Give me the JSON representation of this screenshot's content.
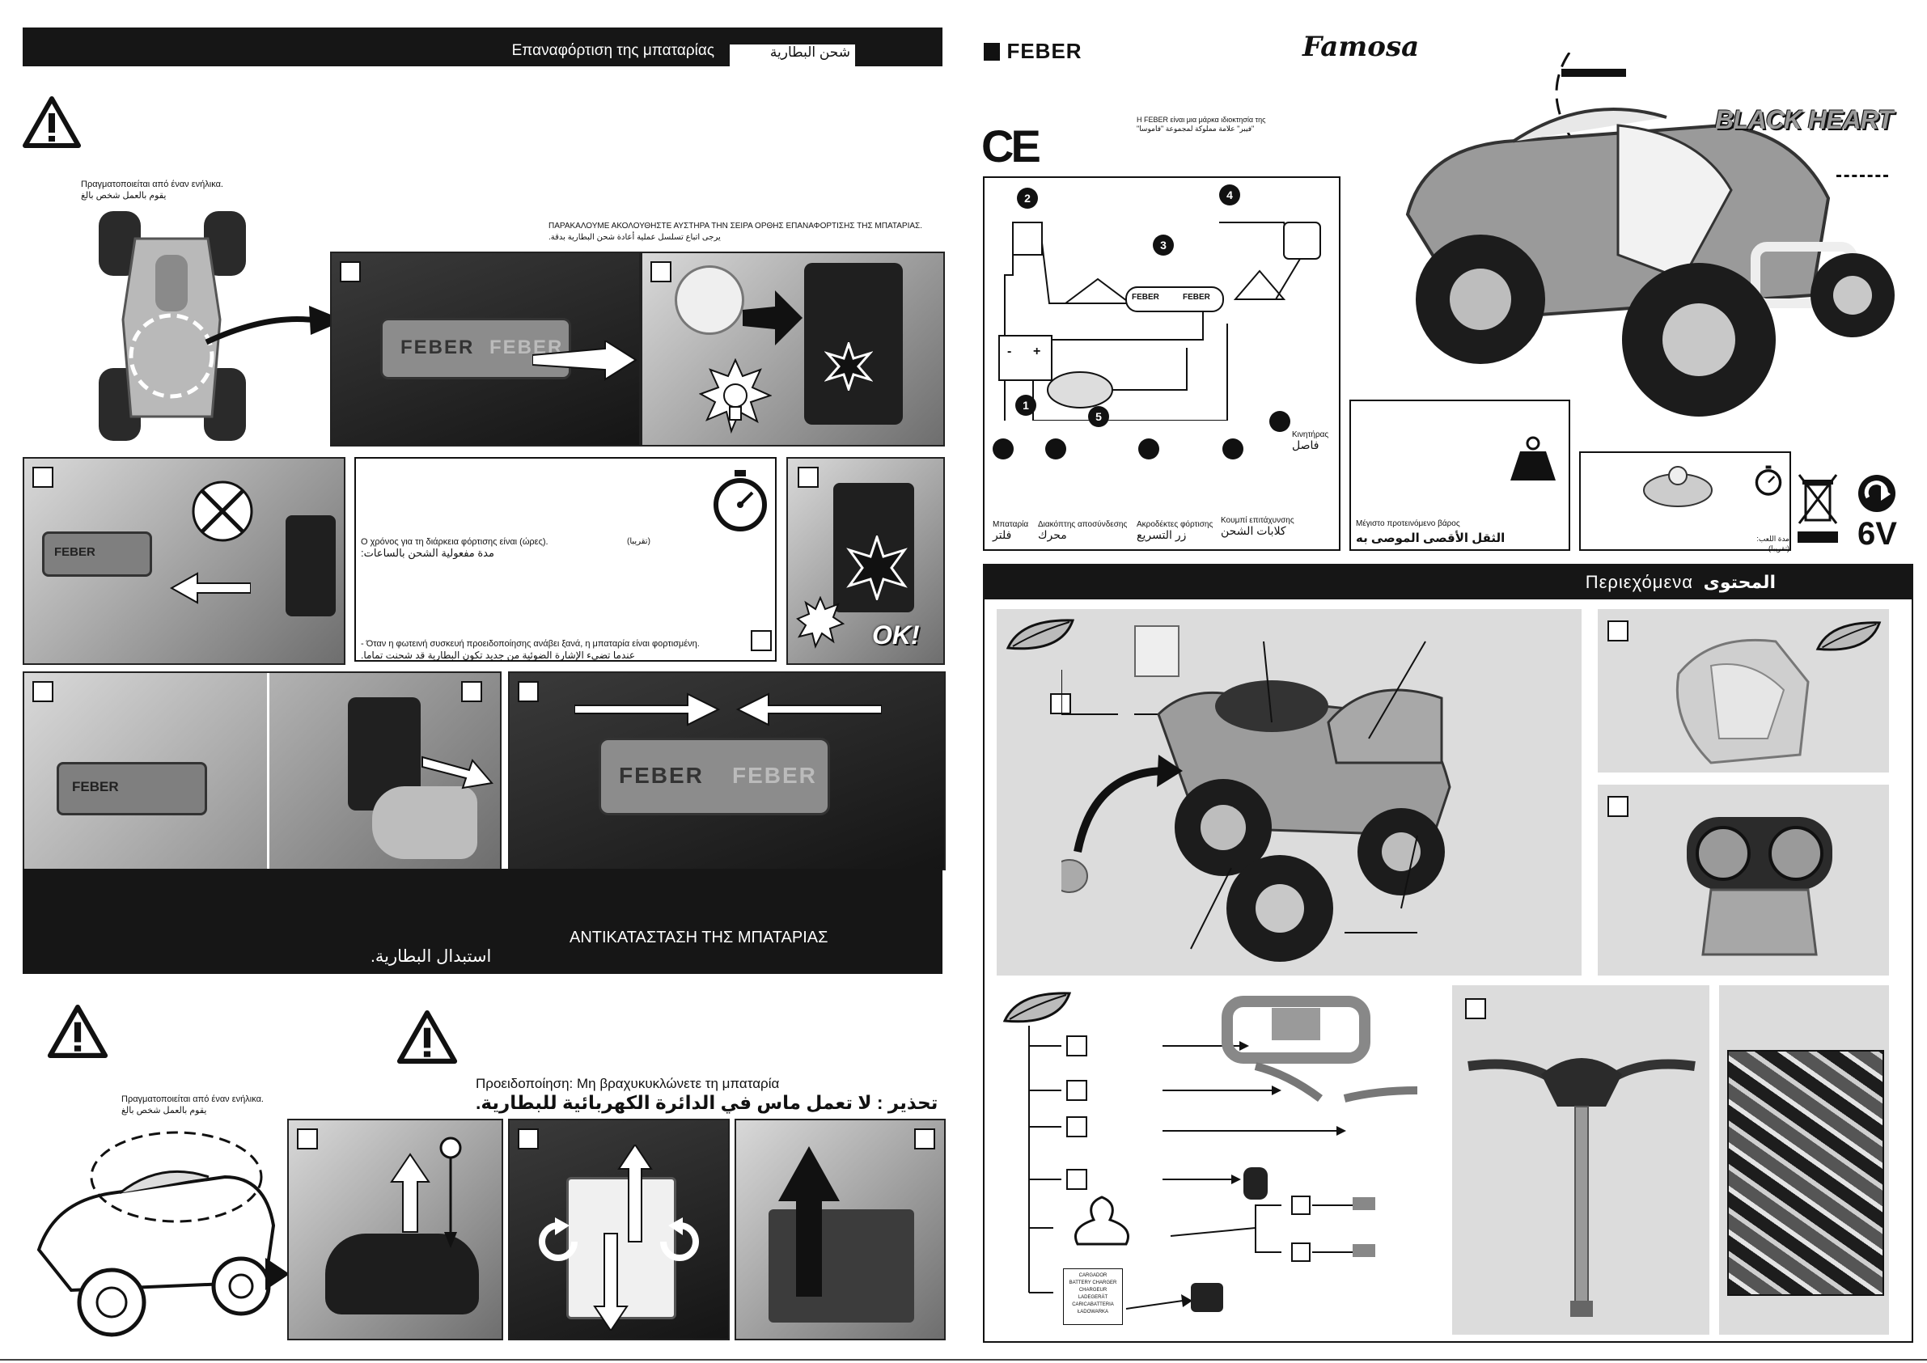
{
  "left": {
    "charge_header": {
      "title_greek": "Επαναφόρτιση της μπαταρίας",
      "title_arabic": "شحن البطارية"
    },
    "adult_note": {
      "greek": "Πραγματοποιείται από έναν ενήλικα.",
      "arabic": "يقوم بالعمل شخص بالغ"
    },
    "order_note": {
      "greek": "ΠΑΡΑΚΑΛΟΥΜΕ ΑΚΟΛΟΥΘΗΣΤΕ ΑΥΣΤΗΡΑ ΤΗΝ ΣΕΙΡΑ ΟΡΘΗΣ ΕΠΑΝΑΦΟΡΤΙΣΗΣ ΤΗΣ ΜΠΑΤΑΡΙΑΣ.",
      "arabic": "يرجى اتباع تسلسل عملية أعادة شحن البطارية بدقة."
    },
    "brand_plate": {
      "left": "FEBER",
      "right": "FEBER"
    },
    "charge_time": {
      "greek": "Ο χρόνος για τη διάρκεια φόρτισης είναι (ώρες).",
      "arabic": "مدة مفعولية الشحن بالساعات:",
      "approx": "(تقريبا)"
    },
    "light_note": {
      "greek": "- Όταν η φωτεινή συσκευή προειδοποίησης ανάβει ξανά, η μπαταρία είναι φορτισμένη.",
      "arabic": "عندما تضيء الإشارة الضوئية من جديد تكون البطارية قد شحنت تماما."
    },
    "ok_label": "OK!",
    "replace_header": {
      "title_greek": "ΑΝΤΙΚΑΤΑΣΤΑΣΗ ΤΗΣ ΜΠΑΤΑΡΙΑΣ",
      "title_arabic": "استبدال البطارية."
    },
    "adult_note2": {
      "greek": "Πραγματοποιείται από έναν ενήλικα.",
      "arabic": "يقوم بالعمل شخص بالغ"
    },
    "warning": {
      "greek": "Προειδοποίηση: Μη βραχυκυκλώνετε τη μπαταρία",
      "arabic": "تحذير : لا تعمل ماس في الدائرة الكهربائية للبطارية."
    }
  },
  "right": {
    "brands": {
      "feber": "FEBER",
      "famosa": "Famosa",
      "ce": "CE"
    },
    "trademark_note": {
      "greek": "Η FEBER είναι μια μάρκα ιδιοκτησία της",
      "arabic": "\"فيبر\" علامة مملوكة لمجموعة \"فاموسا\""
    },
    "product_logo": "BLACK HEART",
    "circuit": {
      "numbers": [
        "1",
        "2",
        "3",
        "4",
        "5"
      ],
      "plate_left": "FEBER",
      "plate_right": "FEBER",
      "labels": [
        {
          "greek": "Μπαταρία",
          "arabic": "فلتر"
        },
        {
          "greek": "Διακόπτης αποσύνδεσης",
          "arabic": "محرك"
        },
        {
          "greek": "Ακροδέκτες φόρτισης",
          "arabic": "زر التسريع"
        },
        {
          "greek": "Κουμπί επιτάχυνσης",
          "arabic": "كلابات الشحن"
        },
        {
          "greek": "Κινητήρας",
          "arabic": "فاصل"
        }
      ]
    },
    "max_weight": {
      "greek": "Μέγιστο προτεινόμενο βάρος",
      "arabic": "الثقل الأقصى الموصى به"
    },
    "usage_time": {
      "arabic": "مدة اللعب: (تقريبا)"
    },
    "voltage": "6V",
    "contents_header": {
      "greek": "Περιεχόμενα",
      "arabic": "المحتوى"
    },
    "charger_label": [
      "CARGADOR",
      "BATTERY CHARGER",
      "CHARGEUR",
      "LADEGERÄT",
      "CARICABATTERIA",
      "ŁADOWARKA"
    ]
  }
}
